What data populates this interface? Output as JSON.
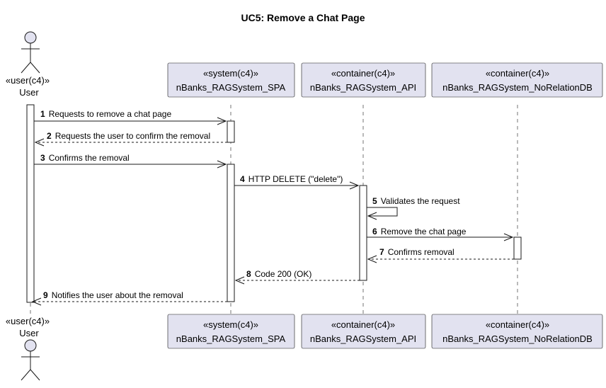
{
  "title": "UC5: Remove a Chat Page",
  "colors": {
    "participant_fill": "#E2E2F0",
    "stroke": "#181818",
    "background": "#FFFFFF"
  },
  "participants": [
    {
      "id": "user",
      "kind": "actor",
      "stereotype": "«user(c4)»",
      "name": "User"
    },
    {
      "id": "spa",
      "kind": "box",
      "stereotype": "«system(c4)»",
      "name": "nBanks_RAGSystem_SPA"
    },
    {
      "id": "api",
      "kind": "box",
      "stereotype": "«container(c4)»",
      "name": "nBanks_RAGSystem_API"
    },
    {
      "id": "db",
      "kind": "box",
      "stereotype": "«container(c4)»",
      "name": "nBanks_RAGSystem_NoRelationDB"
    }
  ],
  "messages": [
    {
      "num": "1",
      "text": "Requests to remove a chat page",
      "from": "user",
      "to": "spa",
      "style": "solid"
    },
    {
      "num": "2",
      "text": "Requests the user to confirm the removal",
      "from": "spa",
      "to": "user",
      "style": "dashed"
    },
    {
      "num": "3",
      "text": "Confirms the removal",
      "from": "user",
      "to": "spa",
      "style": "solid"
    },
    {
      "num": "4",
      "text": "HTTP DELETE (\"delete\")",
      "from": "spa",
      "to": "api",
      "style": "solid"
    },
    {
      "num": "5",
      "text": "Validates the request",
      "from": "api",
      "to": "api",
      "style": "self"
    },
    {
      "num": "6",
      "text": "Remove the chat page",
      "from": "api",
      "to": "db",
      "style": "solid"
    },
    {
      "num": "7",
      "text": "Confirms removal",
      "from": "db",
      "to": "api",
      "style": "dashed"
    },
    {
      "num": "8",
      "text": "Code 200 (OK)",
      "from": "api",
      "to": "spa",
      "style": "dashed"
    },
    {
      "num": "9",
      "text": "Notifies the user about the removal",
      "from": "spa",
      "to": "user",
      "style": "dashed"
    }
  ]
}
